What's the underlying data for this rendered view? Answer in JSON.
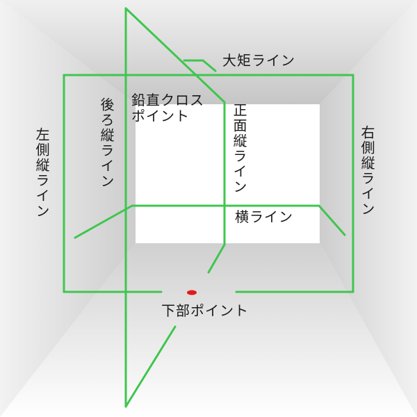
{
  "labels": {
    "ceiling_line": "大矩ライン",
    "plumb_cross": "鉛直クロス\nポイント",
    "back_vertical": "後ろ縦ライン",
    "left_vertical": "左側縦ライン",
    "front_vertical": "正面縦ライン",
    "right_vertical": "右側縦ライン",
    "horizontal": "横ライン",
    "bottom_point": "下部ポイント"
  },
  "colors": {
    "laser_line": "#3ec64e",
    "laser_point": "#e01b1b"
  }
}
